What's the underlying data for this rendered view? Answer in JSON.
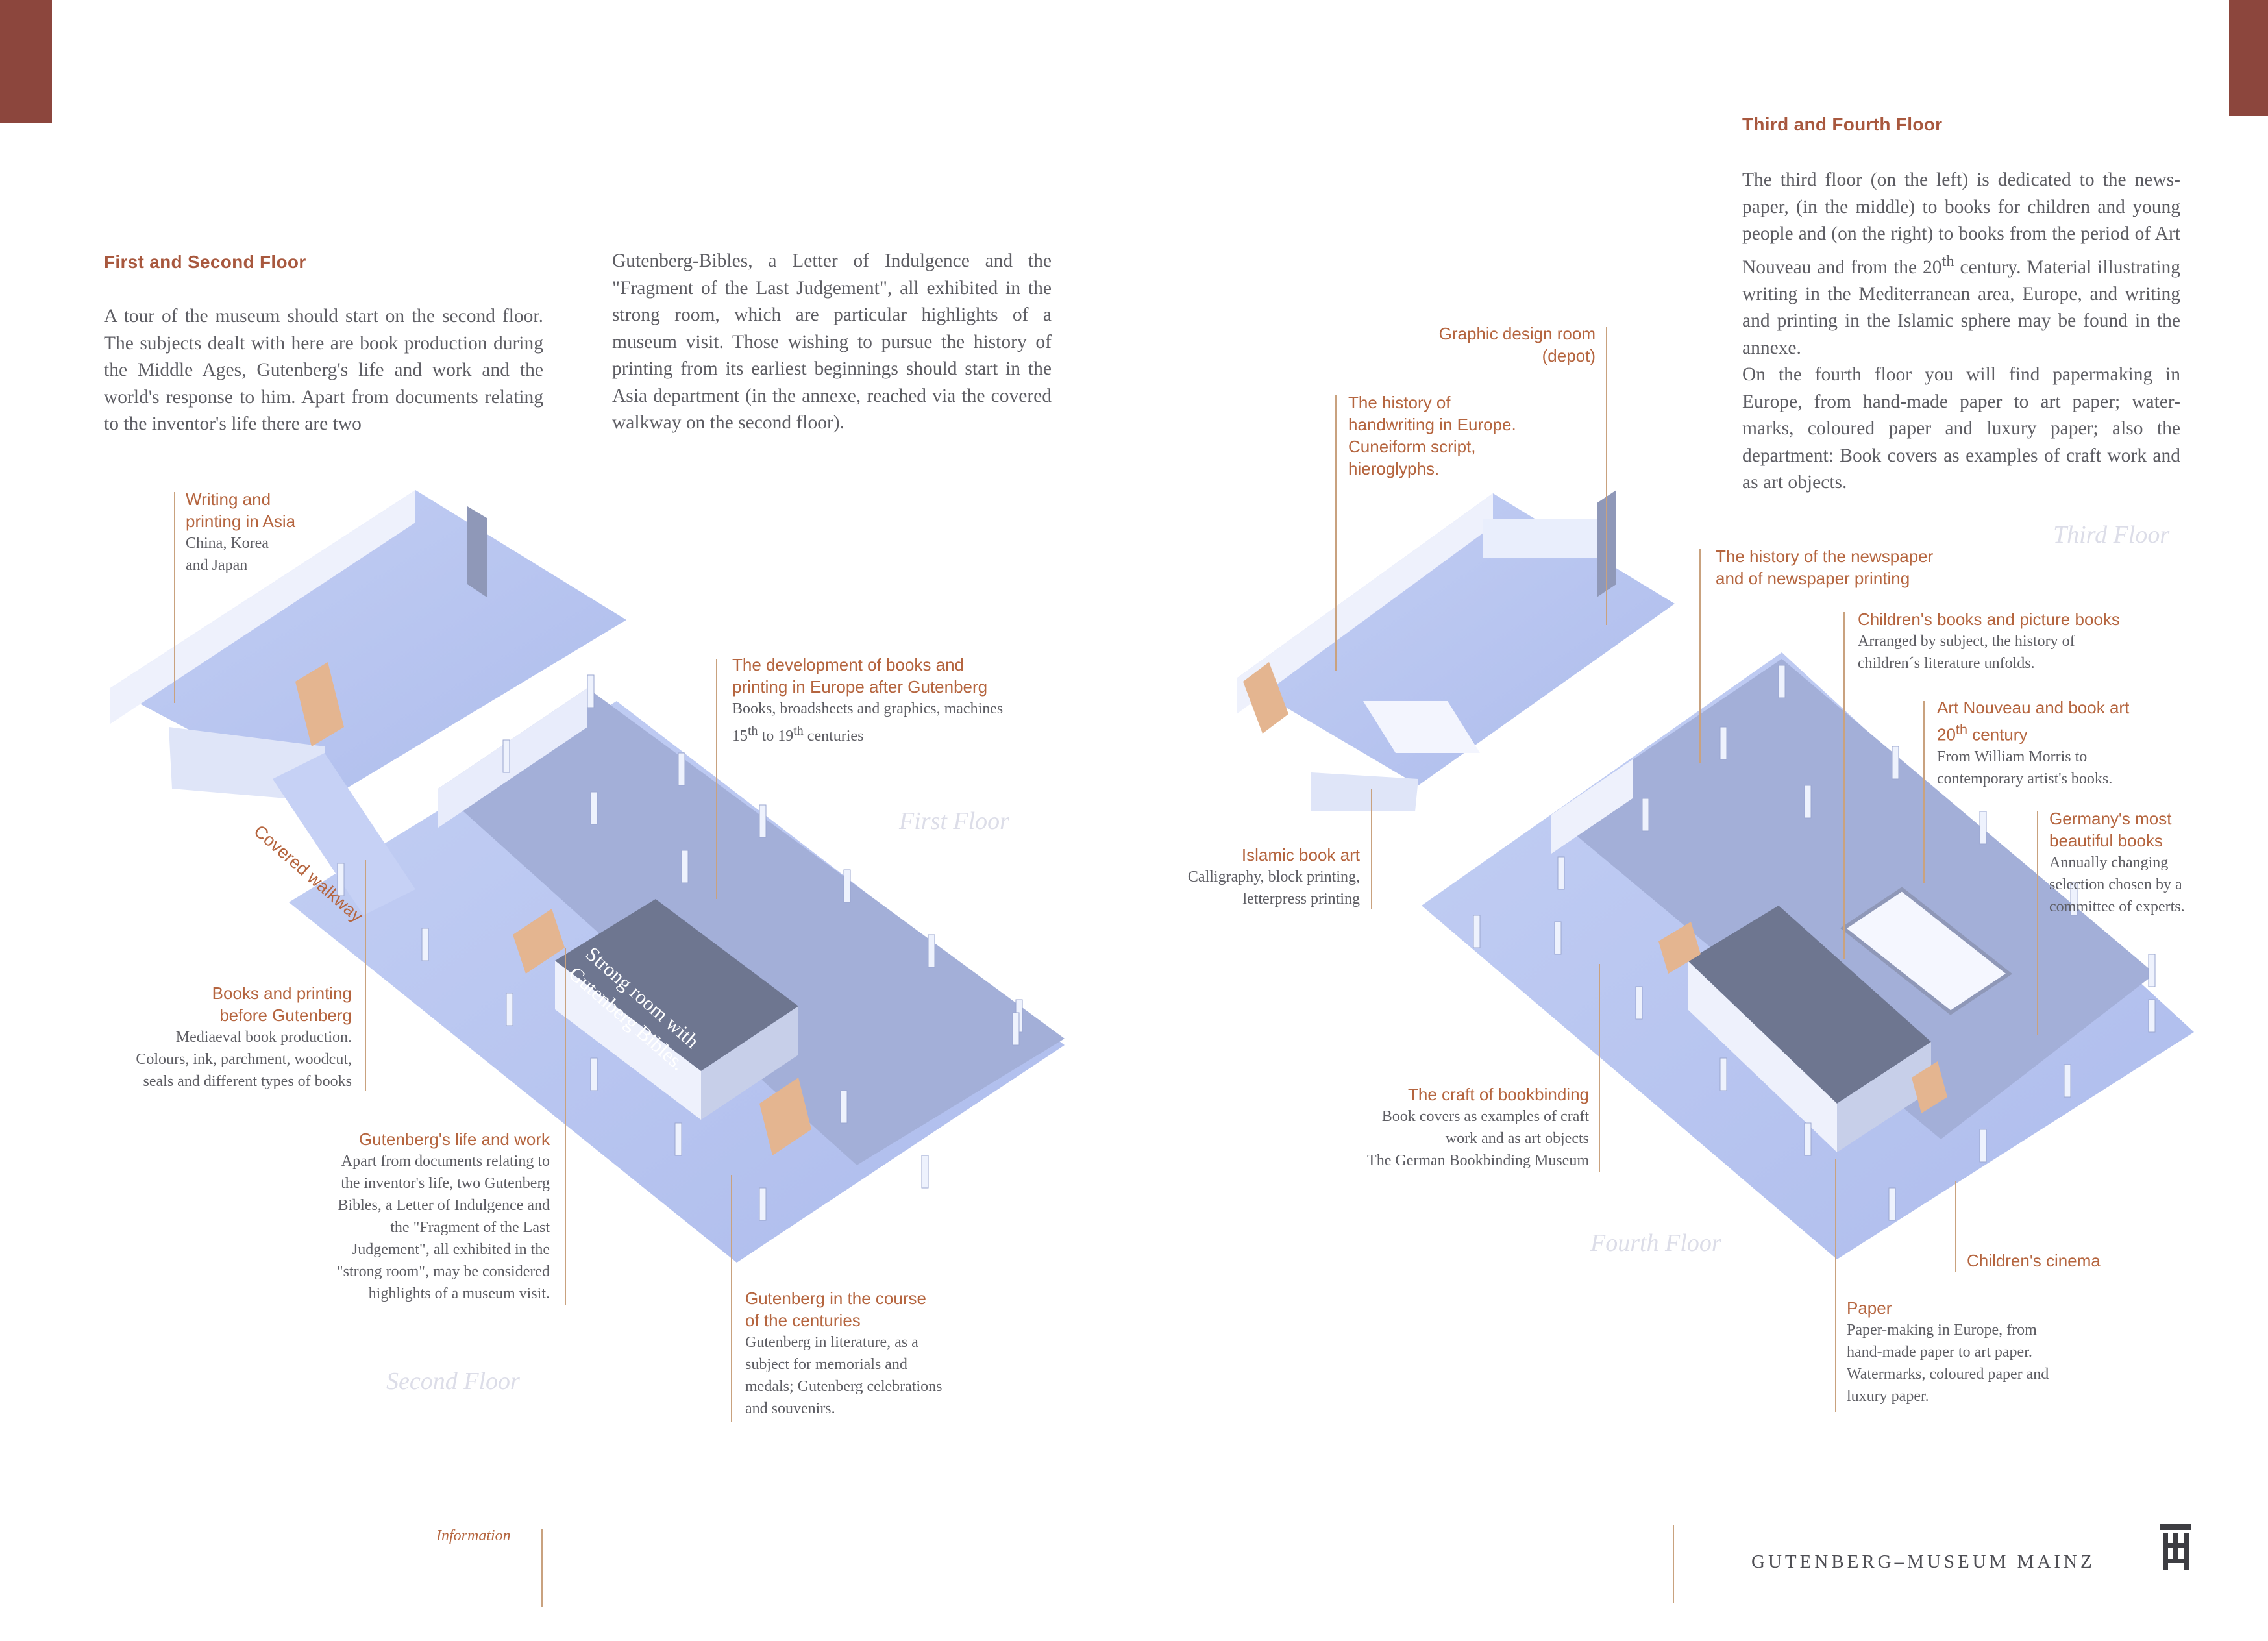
{
  "left_page": {
    "heading": "First and Second Floor",
    "col1_text": "A tour of the museum should start on the second floor. The subjects dealt with here are book production during the Middle Ages, Gutenberg's life and work and the world's response to him. Apart from documents relating to the inventor's life there are two",
    "col2_text": "Gutenberg-Bibles, a Letter of Indulgence and the \"Fragment of the Last Judgement\", all exhibited in the strong room, which are particular highlights of a museum visit. Those wishing to pursue the history of printing from its earliest beginnings should start in the Asia department (in the annexe, reached via the covered walkway on the second floor).",
    "floor_labels": {
      "first": "First Floor",
      "second": "Second Floor"
    },
    "walkway_label": "Covered walkway",
    "strong_room_label": [
      "Strong room with",
      "Gutenberg Bibles."
    ],
    "callouts": {
      "asia": {
        "title": "Writing and\nprinting in Asia",
        "desc": "China, Korea\nand Japan"
      },
      "development": {
        "title": "The development of books and\nprinting in Europe after Gutenberg",
        "desc": "Books, broadsheets and graphics, machines",
        "century_from": "15",
        "century_to": "19",
        "sup": "th",
        "to_word": "to",
        "century_word": "centuries"
      },
      "before": {
        "title": "Books and printing\nbefore Gutenberg",
        "desc": "Mediaeval book production.\nColours, ink, parchment, woodcut,\nseals and different types of books"
      },
      "life": {
        "title": "Gutenberg's life and work",
        "desc": "Apart from documents relating to\nthe inventor's life, two Gutenberg\nBibles, a Letter of Indulgence and\nthe \"Fragment of the Last\nJudgement\", all exhibited in the\n\"strong room\",  may be considered\nhighlights of a museum visit."
      },
      "centuries": {
        "title": "Gutenberg in the course\nof the centuries",
        "desc": "Gutenberg in literature, as a\nsubject for memorials and\nmedals; Gutenberg celebrations\nand souvenirs."
      }
    },
    "footer": "Information"
  },
  "right_page": {
    "heading": "Third and Fourth Floor",
    "text_part1": "The third floor (on the left) is dedicated to the news-paper, (in the middle) to books for children and young people and (on the right) to books from the period of Art Nouveau and from the 20",
    "text_sup": "th",
    "text_part2": " century. Material illustrating writing in the Mediterranean area, Europe, and writing and printing in the Islamic sphere may be found in the annexe.",
    "text_para2": "On the fourth floor you will find papermaking in Europe, from hand-made paper to art paper; water-marks, coloured paper and luxury paper; also the department: Book covers as examples of craft work and as art objects.",
    "floor_labels": {
      "third": "Third Floor",
      "fourth": "Fourth Floor"
    },
    "callouts": {
      "graphic": {
        "title": "Graphic design room\n(depot)"
      },
      "handwriting": {
        "title": "The history of\nhandwriting in Europe.\nCuneiform script,\nhieroglyphs."
      },
      "newspaper": {
        "title": "The history of the newspaper\nand of newspaper printing"
      },
      "children_books": {
        "title": "Children's books and picture books",
        "desc": "Arranged by subject, the history of\nchildren´s literature unfolds."
      },
      "art_nouveau": {
        "title_line1": "Art Nouveau and book art",
        "title_num": "20",
        "title_sup": "th",
        "title_rest": " century",
        "desc": "From William Morris to\ncontemporary artist's books."
      },
      "germany": {
        "title": "Germany's most\nbeautiful books",
        "desc": "Annually changing\nselection chosen by a\ncommittee of experts."
      },
      "islamic": {
        "title": "Islamic book art",
        "desc": "Calligraphy, block printing,\nletterpress printing"
      },
      "bookbinding": {
        "title": "The craft of bookbinding",
        "desc": "Book covers as examples of craft\nwork and as art objects\nThe German Bookbinding Museum"
      },
      "cinema": {
        "title": "Children's cinema"
      },
      "paper": {
        "title": "Paper",
        "desc": "Paper-making in Europe, from\nhand-made paper to art paper.\nWatermarks, coloured paper and\nluxury paper."
      }
    },
    "footer": "GUTENBERG–MUSEUM MAINZ"
  },
  "colors": {
    "accent": "#a8583e",
    "floor": "#b7c5f1",
    "wall": "#eef1fc",
    "dark": "#6e7690"
  }
}
